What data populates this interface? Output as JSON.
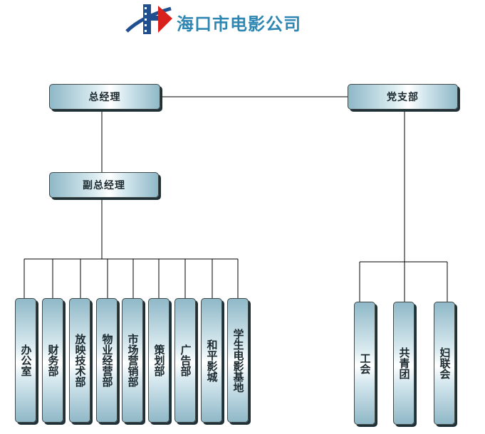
{
  "header": {
    "company_name": "海口市电影公司"
  },
  "org_chart": {
    "general_manager": "总经理",
    "party_branch": "党支部",
    "deputy_general_manager": "副总经理",
    "departments": [
      "办公室",
      "财务部",
      "放映技术部",
      "物业经营部",
      "市场营销部",
      "策划部",
      "广告部",
      "和平影城",
      "学生电影基地"
    ],
    "party_organizations": [
      "工会",
      "共青团",
      "妇联会"
    ]
  },
  "colors": {
    "box_dark": "#8fb8c7",
    "box_light": "#ffffff",
    "shadow": "#1f3037",
    "line": "#000000",
    "logo_blue": "#1f4f8f",
    "logo_red": "#d8201c"
  }
}
